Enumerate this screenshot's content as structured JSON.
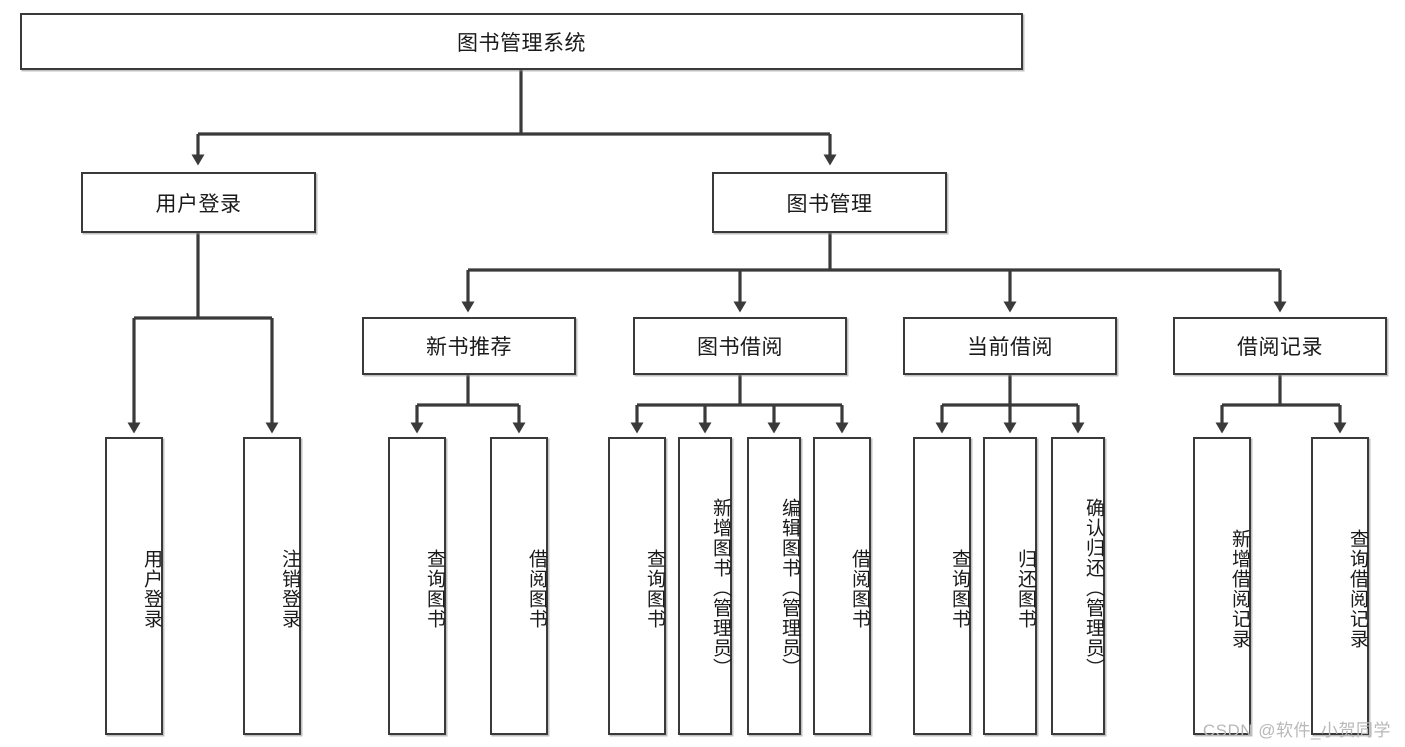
{
  "diagram": {
    "title": "图书管理系统",
    "type": "tree",
    "colors": {
      "background": "#ffffff",
      "box_border": "#3a3a3a",
      "box_fill": "#ffffff",
      "connector": "#3a3a3a",
      "text": "#1a1a1a",
      "watermark": "#b8b8b8"
    },
    "root": {
      "label": "图书管理系统"
    },
    "level2": [
      {
        "label": "用户登录"
      },
      {
        "label": "图书管理"
      }
    ],
    "level3": [
      {
        "label": "新书推荐"
      },
      {
        "label": "图书借阅"
      },
      {
        "label": "当前借阅"
      },
      {
        "label": "借阅记录"
      }
    ],
    "leaves": {
      "user_login": [
        {
          "label": "用户登录"
        },
        {
          "label": "注销登录"
        }
      ],
      "new_book_recommend": [
        {
          "label": "查询图书"
        },
        {
          "label": "借阅图书"
        }
      ],
      "book_borrow": [
        {
          "label": "查询图书"
        },
        {
          "label": "新增图书（管理员）"
        },
        {
          "label": "编辑图书（管理员）"
        },
        {
          "label": "借阅图书"
        }
      ],
      "current_borrow": [
        {
          "label": "查询图书"
        },
        {
          "label": "归还图书"
        },
        {
          "label": "确认归还（管理员）"
        }
      ],
      "borrow_record": [
        {
          "label": "新增借阅记录"
        },
        {
          "label": "查询借阅记录"
        }
      ]
    },
    "watermark": "CSDN @软件_小贺同学"
  }
}
